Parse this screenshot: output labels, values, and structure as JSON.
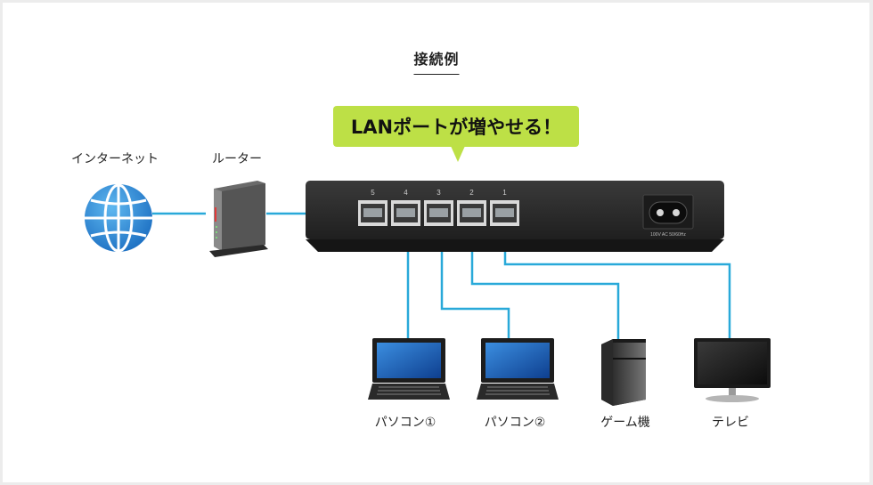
{
  "title": "接続例",
  "callout": "LANポートが増やせる！",
  "labels": {
    "internet": "インターネット",
    "router": "ルーター",
    "pc1": "パソコン①",
    "pc2": "パソコン②",
    "game": "ゲーム機",
    "tv": "テレビ"
  },
  "switch": {
    "ports": [
      "5",
      "4",
      "3",
      "2",
      "1"
    ],
    "power_label": "100V AC 50/60Hz"
  },
  "colors": {
    "cable": "#29a9d9",
    "callout": "#bde046",
    "switch_body": "#2b2b2b",
    "globe": "#2a86d5"
  },
  "icons": [
    "globe-icon",
    "router-icon",
    "switch-icon",
    "laptop-icon",
    "game-console-icon",
    "tv-icon"
  ]
}
